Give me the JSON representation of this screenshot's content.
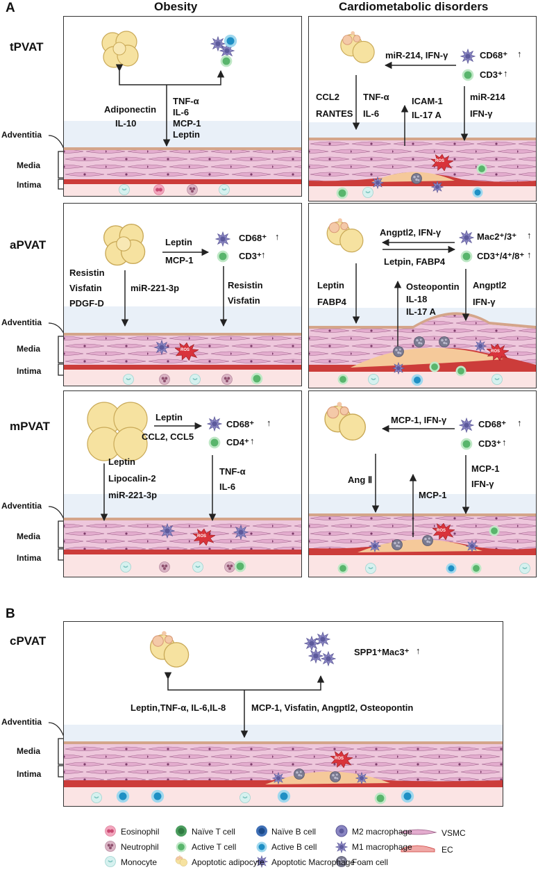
{
  "section_labels": {
    "a": "A",
    "b": "B"
  },
  "column_headers": {
    "left": "Obesity",
    "right": "Cardiometabolic disorders"
  },
  "row_labels": {
    "t": "tPVAT",
    "a": "aPVAT",
    "m": "mPVAT",
    "c": "cPVAT"
  },
  "layer_labels": {
    "adventitia": "Adventitia",
    "media": "Media",
    "intima": "Intima"
  },
  "ros": "ROS",
  "up_arrow": "↑",
  "t_obesity": {
    "adiponectin": "Adiponectin",
    "il10": "IL-10",
    "tnf": "TNF-α",
    "il6": "IL-6",
    "mcp1": "MCP-1",
    "leptin": "Leptin"
  },
  "t_cardio": {
    "mir_ifn": "miR-214, IFN-γ",
    "cd68": "CD68⁺",
    "cd3": "CD3⁺",
    "ccl2": "CCL2",
    "rantes": "RANTES",
    "tnf": "TNF-α",
    "il6": "IL-6",
    "icam": "ICAM-1",
    "il17": "IL-17 A",
    "mir214": "miR-214",
    "ifn": "IFN-γ"
  },
  "a_obesity": {
    "leptin": "Leptin",
    "mcp1": "MCP-1",
    "cd68": "CD68⁺",
    "cd3": "CD3⁺",
    "resistin": "Resistin",
    "visfatin": "Visfatin",
    "pdgfd": "PDGF-D",
    "mir221": "miR-221-3p",
    "resistin2": "Resistin",
    "visfatin2": "Visfatin"
  },
  "a_cardio": {
    "angptl_ifn": "Angptl2,  IFN-γ",
    "mac2": "Mac2⁺/3⁺",
    "cd348": "CD3⁺/4⁺/8⁺",
    "letpin_fabp4": "Letpin, FABP4",
    "leptin": "Leptin",
    "fabp4": "FABP4",
    "osteopontin": "Osteopontin",
    "il18": "IL-18",
    "il17": "IL-17 A",
    "angptl2": "Angptl2",
    "ifn": "IFN-γ"
  },
  "m_obesity": {
    "leptin": "Leptin",
    "ccl": "CCL2, CCL5",
    "cd68": "CD68⁺",
    "cd4": "CD4⁺",
    "leptin2": "Leptin",
    "lipocalin": "Lipocalin-2",
    "mir221": "miR-221-3p",
    "tnf": "TNF-α",
    "il6": "IL-6"
  },
  "m_cardio": {
    "mcp_ifn": "MCP-1, IFN-γ",
    "cd68": "CD68⁺",
    "cd3": "CD3⁺",
    "ang2": "Ang Ⅱ",
    "mcp1": "MCP-1",
    "mcp1b": "MCP-1",
    "ifn": "IFN-γ"
  },
  "c_panel": {
    "spp1": "SPP1⁺Mac3⁺",
    "left_factors": "Leptin,TNF-α, IL-6,IL-8",
    "right_factors": "MCP-1, Visfatin, Angptl2, Osteopontin"
  },
  "legend": {
    "eosinophil": "Eosinophil",
    "neutrophil": "Neutrophil",
    "monocyte": "Monocyte",
    "naive_t": "Naïve T cell",
    "active_t": "Active T cell",
    "apoptotic_adipocyte": "Apoptotic  adipocyte",
    "naive_b": "Naïve  B cell",
    "active_b": "Active B cell",
    "apoptotic_macrophage": "Apoptotic  Macrophage",
    "m2": "M2 macrophage",
    "m1": "M1 macrophage",
    "foam": "Foam cell",
    "vsmc": "VSMC",
    "ec": "EC"
  },
  "colors": {
    "adventitia": "#e9f0f8",
    "media": "#eec7dc",
    "intima": "#fbe4e4",
    "endothelium": "#cc3c3a",
    "adipocyte": "#f6e2a0",
    "macrophage": "#8a86c2",
    "t_cell": "#7fcf8e",
    "b_cell": "#2ea8d8",
    "ros": "#d9333b",
    "plaque": "#f5c99a"
  }
}
